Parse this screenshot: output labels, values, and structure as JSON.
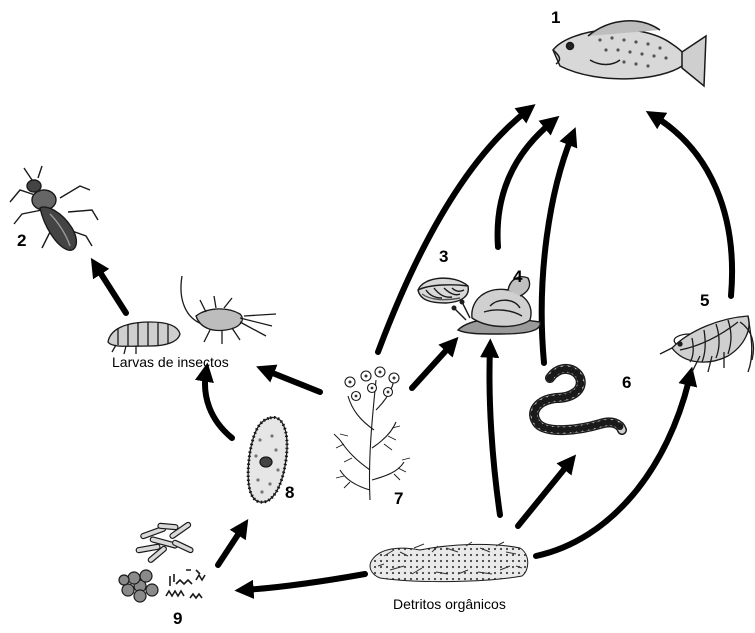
{
  "organisms": [
    {
      "number": "1",
      "icon": "fish-icon"
    },
    {
      "number": "2",
      "icon": "water-beetle-icon"
    },
    {
      "number": "3",
      "icon": "clam-icon"
    },
    {
      "number": "4",
      "icon": "snail-icon"
    },
    {
      "number": "5",
      "icon": "shrimp-icon"
    },
    {
      "number": "6",
      "icon": "worm-icon"
    },
    {
      "number": "7",
      "icon": "aquatic-plant-icon"
    },
    {
      "number": "8",
      "icon": "protozoan-icon"
    },
    {
      "number": "9",
      "icon": "microorganisms-icon"
    }
  ],
  "labels": {
    "larvae": "Larvas de insectos",
    "detritus": "Detritos orgânicos"
  },
  "colors": {
    "arrow": "#000000",
    "outline": "#1a1a1a",
    "fill": "#d9d9d9",
    "dark_fill": "#555555"
  }
}
